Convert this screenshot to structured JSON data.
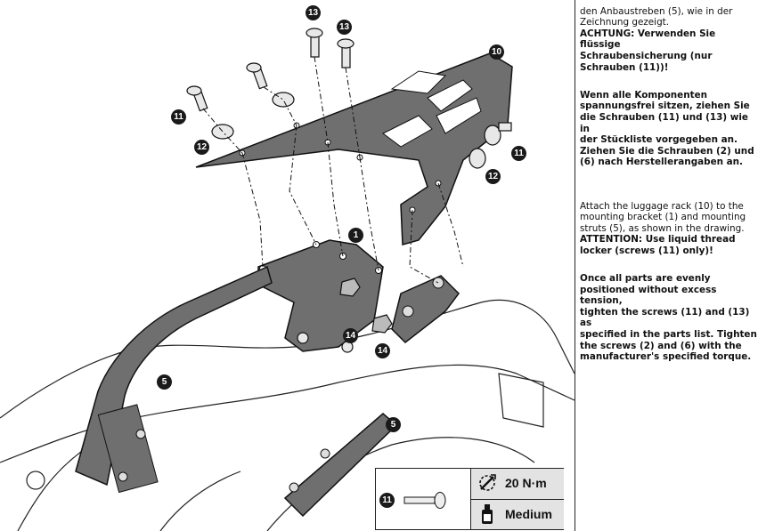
{
  "text_de": {
    "para1_lines": [
      "den Anbaustreben (5), wie in der",
      "Zeichnung gezeigt."
    ],
    "para1_warning": "ACHTUNG: Verwenden Sie flüssige\nSchraubensicherung (nur\nSchrauben (11))!",
    "para2": "Wenn alle Komponenten\nspannungsfrei sitzen, ziehen Sie\ndie Schrauben (11) und (13) wie in\nder Stückliste vorgegeben an.\nZiehen Sie die Schrauben (2) und\n(6) nach Herstellerangaben an."
  },
  "text_en": {
    "para1": "Attach the luggage rack (10) to the\nmounting bracket (1) and mounting\nstruts (5), as shown in the drawing.",
    "para1_warning": "ATTENTION: Use liquid thread\nlocker (screws (11) only)!",
    "para2": "Once all parts are evenly\npositioned without excess tension,\ntighten the screws (11) and (13) as\nspecified in the parts list. Tighten\nthe screws (2) and (6) with the\nmanufacturer's specified torque."
  },
  "callouts": [
    "13",
    "13",
    "10",
    "11",
    "12",
    "11",
    "12",
    "1",
    "14",
    "14",
    "5",
    "5"
  ],
  "spec_box": {
    "part_number": "11",
    "torque": "20 N·m",
    "threadlocker": "Medium",
    "icons": [
      "torque-wrench-icon",
      "threadlocker-bottle-icon"
    ]
  }
}
